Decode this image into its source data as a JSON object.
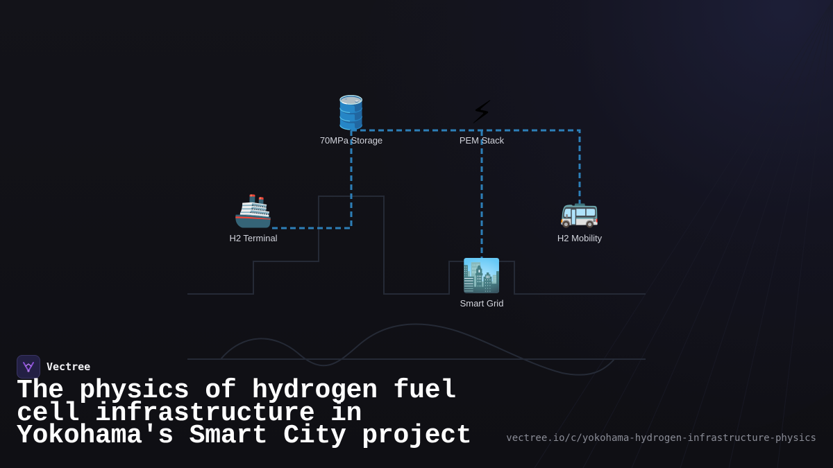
{
  "diagram": {
    "nodes": {
      "storage": {
        "icon": "🛢️",
        "icon_name": "oil-drum-icon",
        "label": "70MPa Storage"
      },
      "pem": {
        "icon": "⚡",
        "icon_name": "lightning-bolt-icon",
        "label": "PEM Stack"
      },
      "terminal": {
        "icon": "🚢",
        "icon_name": "ship-icon",
        "label": "H2 Terminal"
      },
      "mobility": {
        "icon": "🚌",
        "icon_name": "bus-icon",
        "label": "H2 Mobility"
      },
      "grid": {
        "icon": "🏙️",
        "icon_name": "cityscape-icon",
        "label": "Smart Grid"
      }
    },
    "connector_color": "#2d7fb8",
    "outline_color": "#252a36"
  },
  "brand": {
    "name": "Vectree",
    "logo_icon": "vectree-logo-icon",
    "logo_color": "#8a4fd6"
  },
  "headline": "The physics of hydrogen fuel cell infrastructure in Yokohama's Smart City project",
  "url": "vectree.io/c/yokohama-hydrogen-infrastructure-physics"
}
